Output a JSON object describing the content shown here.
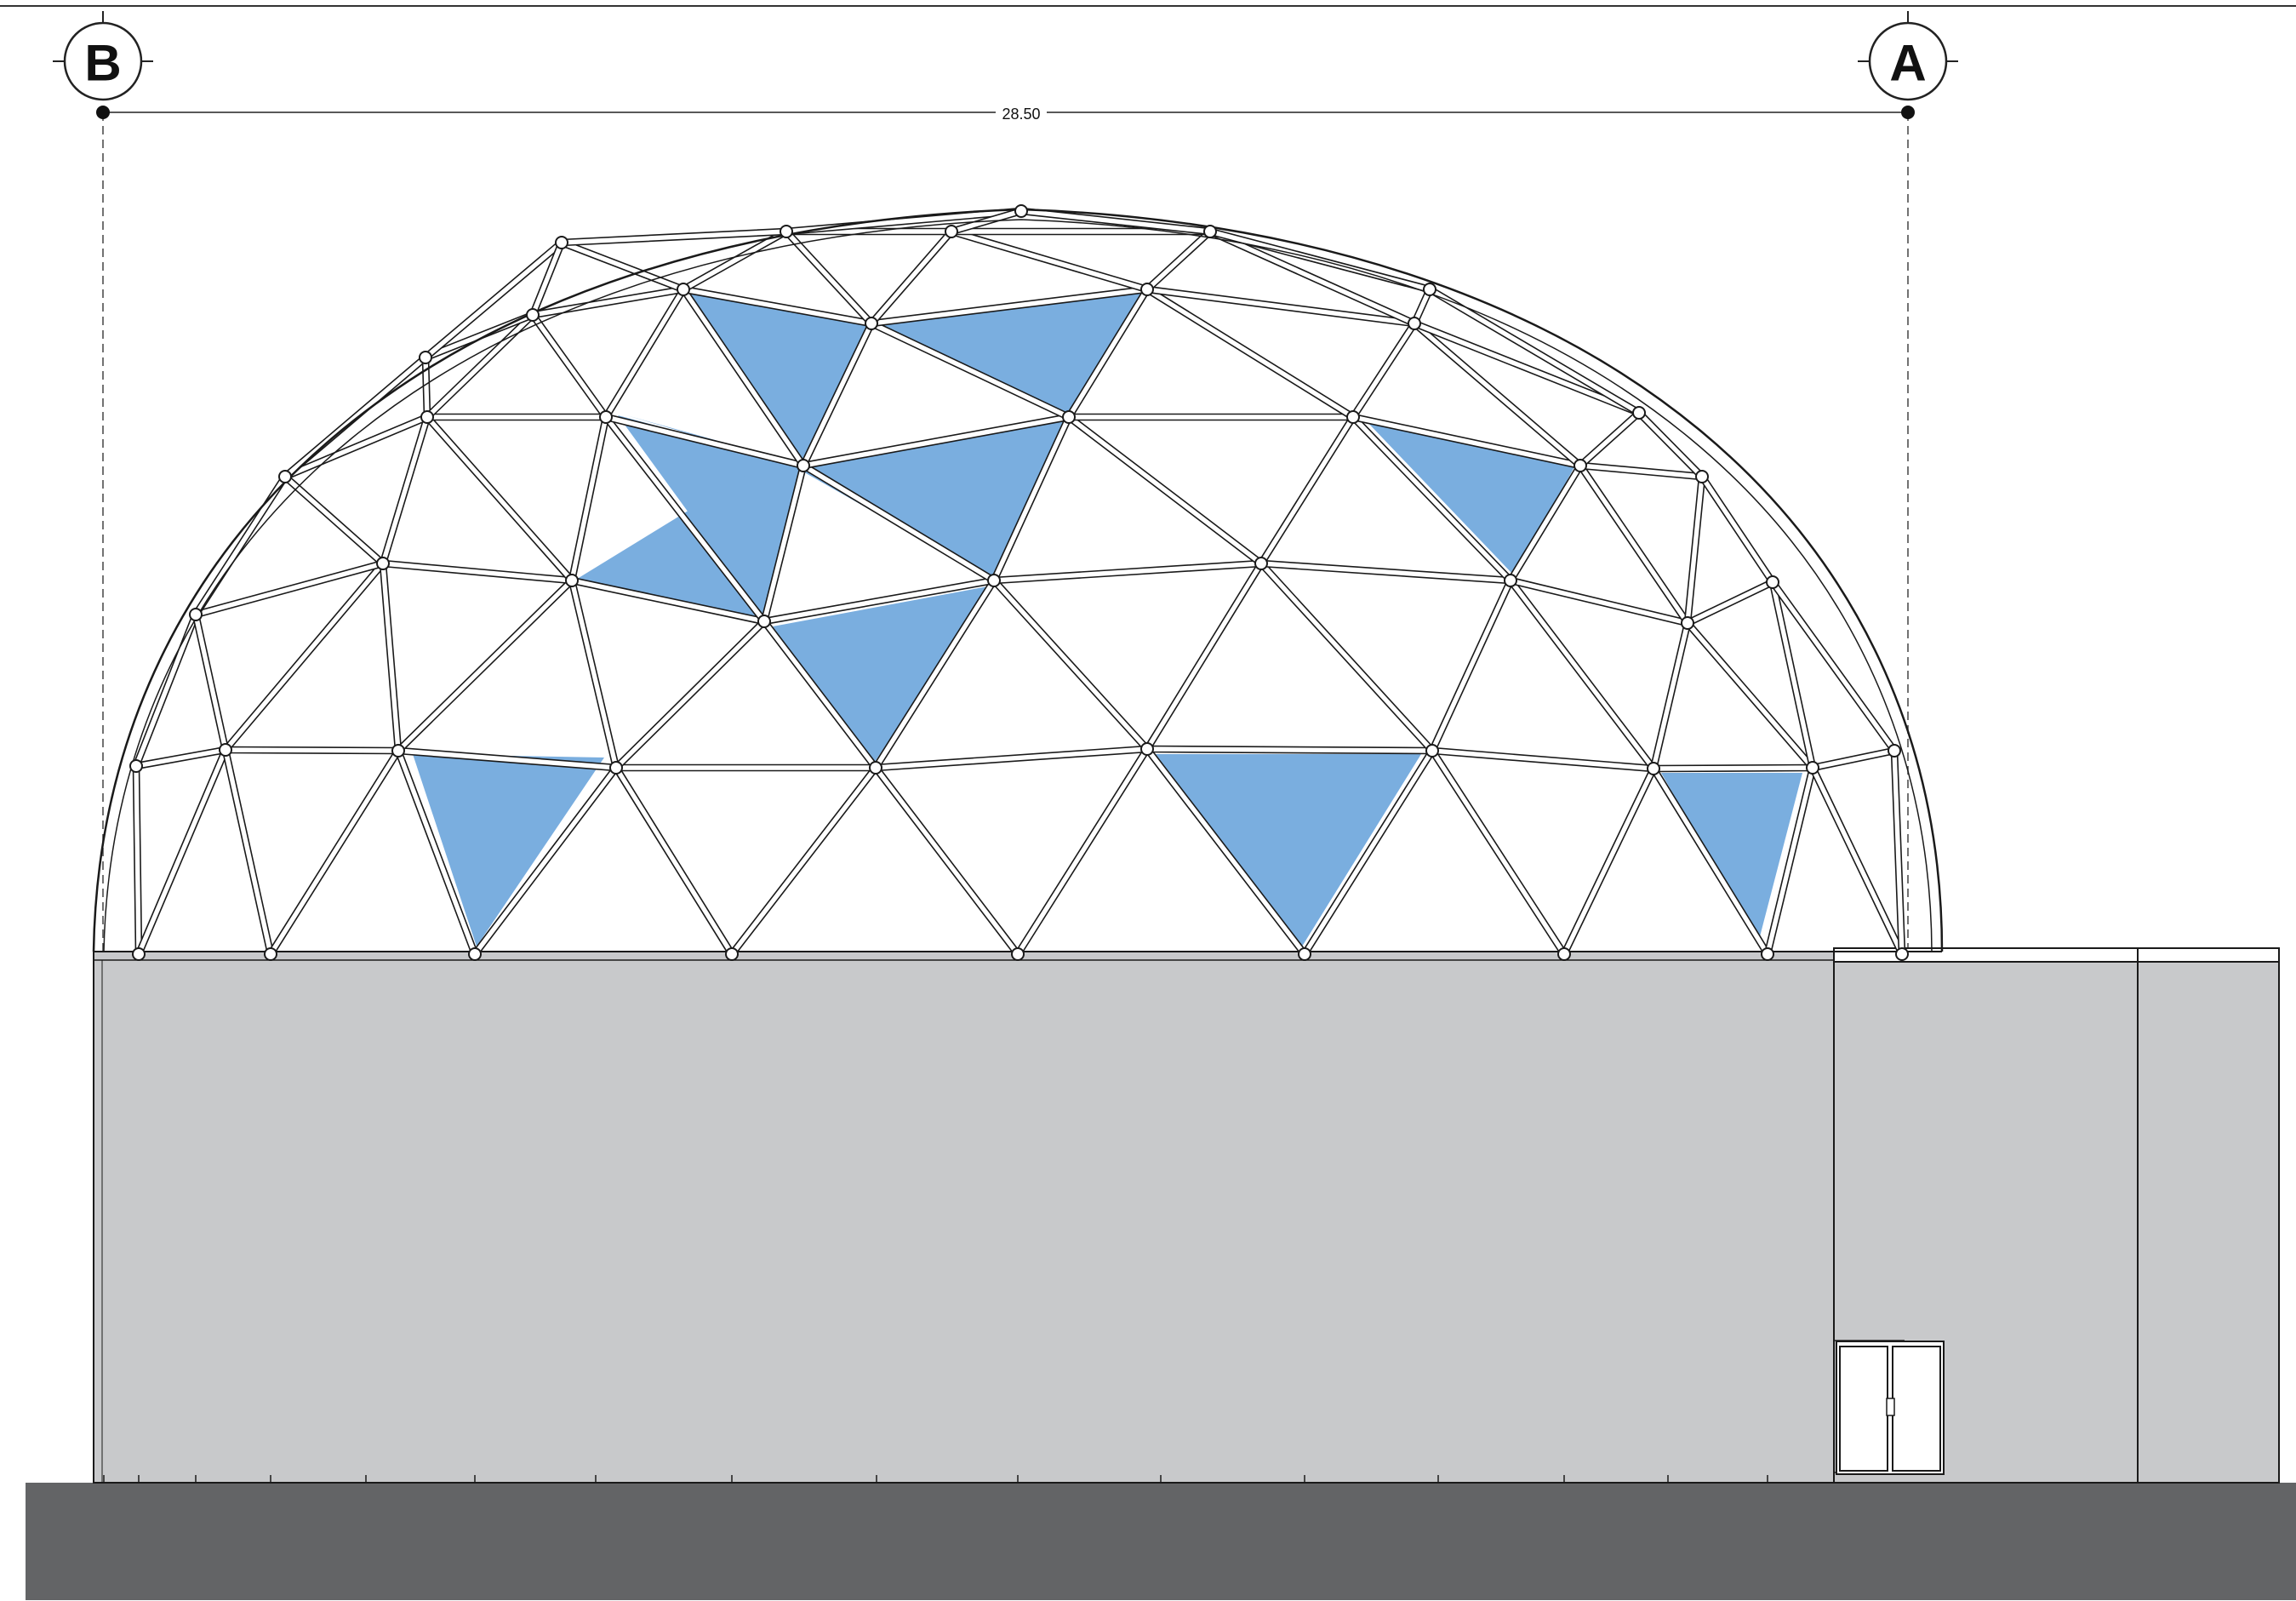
{
  "drawing": {
    "gridlines": [
      {
        "id": "left",
        "label": "B"
      },
      {
        "id": "right",
        "label": "A"
      }
    ],
    "dimension": "28.50",
    "colors": {
      "glass_panel": "#7aaedf",
      "wall": "#c8c9cb",
      "ground": "#636466",
      "line": "#1a1a1a"
    }
  }
}
